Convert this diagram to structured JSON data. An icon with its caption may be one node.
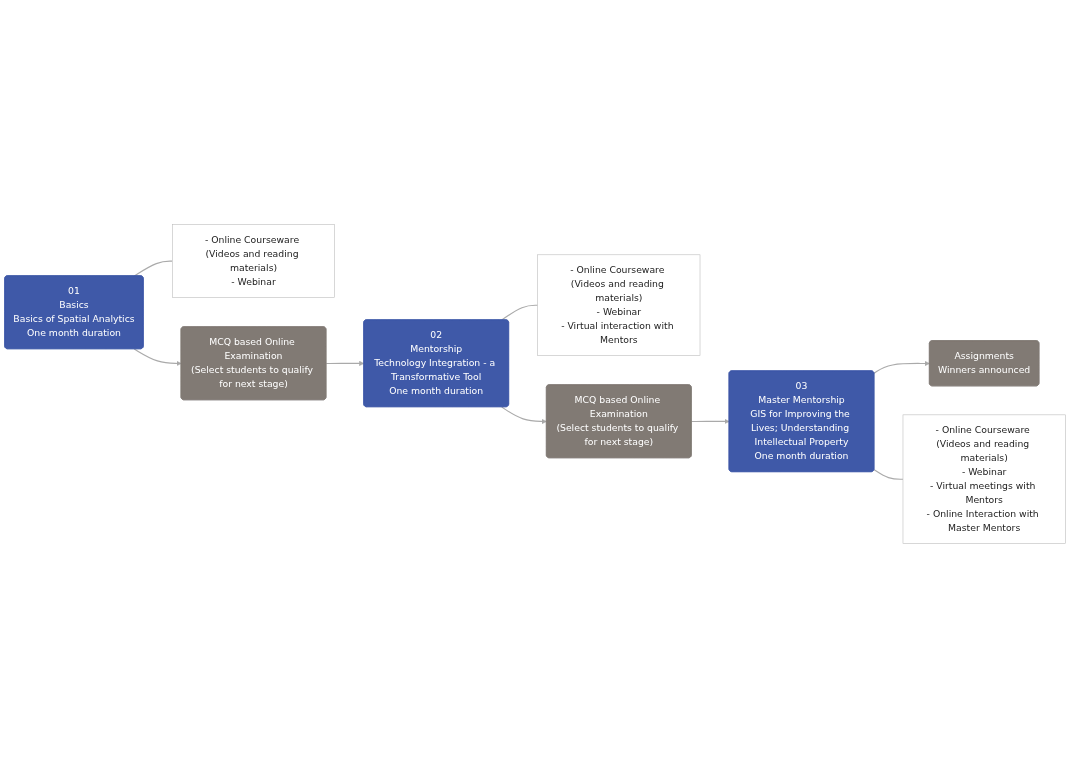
{
  "diagram": {
    "nodes": [
      {
        "text": [
          "01",
          "Basics",
          "Basics of Spatial Analytics",
          "One month duration"
        ]
      },
      {
        "text": [
          "- Online Courseware (Videos and reading materials)",
          "- Webinar"
        ]
      },
      {
        "text": [
          "MCQ based Online Examination",
          "(Select students to qualify for next stage)"
        ]
      },
      {
        "text": [
          "02",
          "Mentorship",
          "Technology Integration - a Transformative Tool",
          "One month duration"
        ]
      },
      {
        "text": [
          "- Online Courseware (Videos and reading materials)",
          "- Webinar",
          "- Virtual interaction with Mentors"
        ]
      },
      {
        "text": [
          "MCQ based Online Examination",
          "(Select students to qualify for next stage)"
        ]
      },
      {
        "text": [
          "03",
          "Master Mentorship",
          "GIS for Improving the Lives; Understanding Intellectual Property",
          "One month duration"
        ]
      },
      {
        "text": [
          "- Online Courseware (Videos and reading materials)",
          "- Webinar",
          "- Virtual meetings with Mentors",
          "- Online Interaction with Master Mentors"
        ]
      },
      {
        "text": [
          "Assignments",
          "Winners announced"
        ]
      }
    ],
    "edges": [
      {
        "from": 0,
        "to": 2,
        "arrow": "to"
      },
      {
        "from": 2,
        "to": 3,
        "arrow": "to"
      },
      {
        "from": 3,
        "to": 5,
        "arrow": "to"
      },
      {
        "from": 5,
        "to": 6,
        "arrow": "to"
      },
      {
        "from": 6,
        "to": 8,
        "arrow": "to"
      },
      {
        "from": 0,
        "to": 1,
        "arrow": "none"
      },
      {
        "from": 3,
        "to": 4,
        "arrow": "none"
      },
      {
        "from": 6,
        "to": 7,
        "arrow": "none"
      }
    ]
  }
}
